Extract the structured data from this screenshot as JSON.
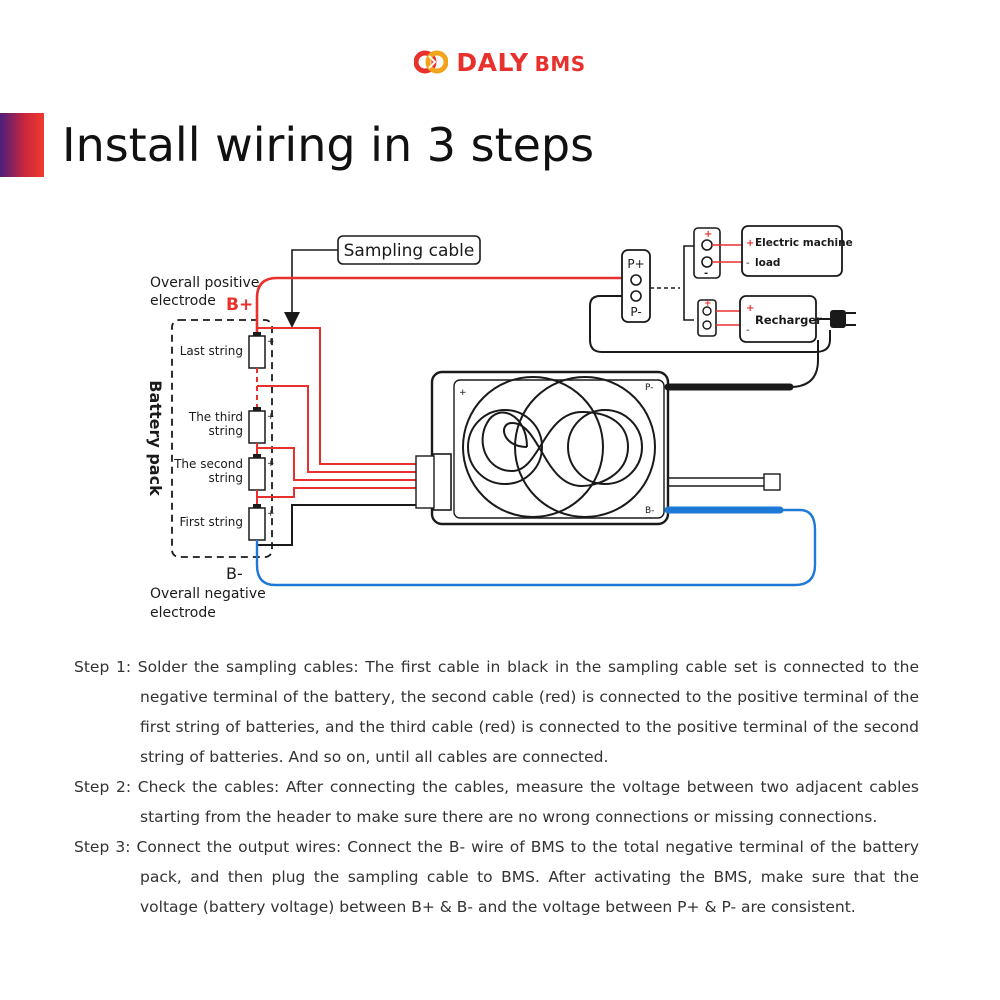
{
  "brand": {
    "name": "DALY",
    "suffix": "BMS",
    "color": "#e8312c"
  },
  "title": "Install wiring in 3 steps",
  "diagram": {
    "sampling_cable": "Sampling cable",
    "overall_positive_line1": "Overall positive",
    "overall_positive_line2": "electrode",
    "b_plus": "B+",
    "battery_pack": "Battery pack",
    "strings": {
      "last": "Last string",
      "third_line1": "The third",
      "third_line2": "string",
      "second_line1": "The second",
      "second_line2": "string",
      "first": "First string"
    },
    "b_minus": "B-",
    "overall_negative_line1": "Overall negative",
    "overall_negative_line2": "electrode",
    "p_plus": "P+",
    "p_minus": "P-",
    "electric_machine": "Electric machine",
    "load": "load",
    "recharger": "Recharger",
    "bms_p_minus": "P-",
    "bms_b_minus": "B-",
    "plus_sign": "+",
    "minus_sign": "-"
  },
  "colors": {
    "red_wire": "#e8312c",
    "blue_wire": "#1d78d6",
    "black_wire": "#1a1a1a"
  },
  "steps": [
    "Step 1: Solder the sampling cables: The first cable in black in the sampling cable set is connected to the negative terminal of the battery, the second cable (red) is connected to the positive terminal of the first string of batteries, and the third cable (red) is connected to the positive terminal of the second string of batteries. And so on, until all cables are connected.",
    "Step 2: Check the cables: After connecting the cables, measure the voltage between two adjacent cables starting from the header to make sure there are no wrong connections or missing connections.",
    "Step 3: Connect the output wires: Connect the B- wire of BMS to the total negative terminal of the battery pack, and then plug the sampling cable to BMS. After activating the BMS, make sure that the voltage (battery voltage) between B+ & B- and the voltage between P+ & P- are consistent."
  ]
}
